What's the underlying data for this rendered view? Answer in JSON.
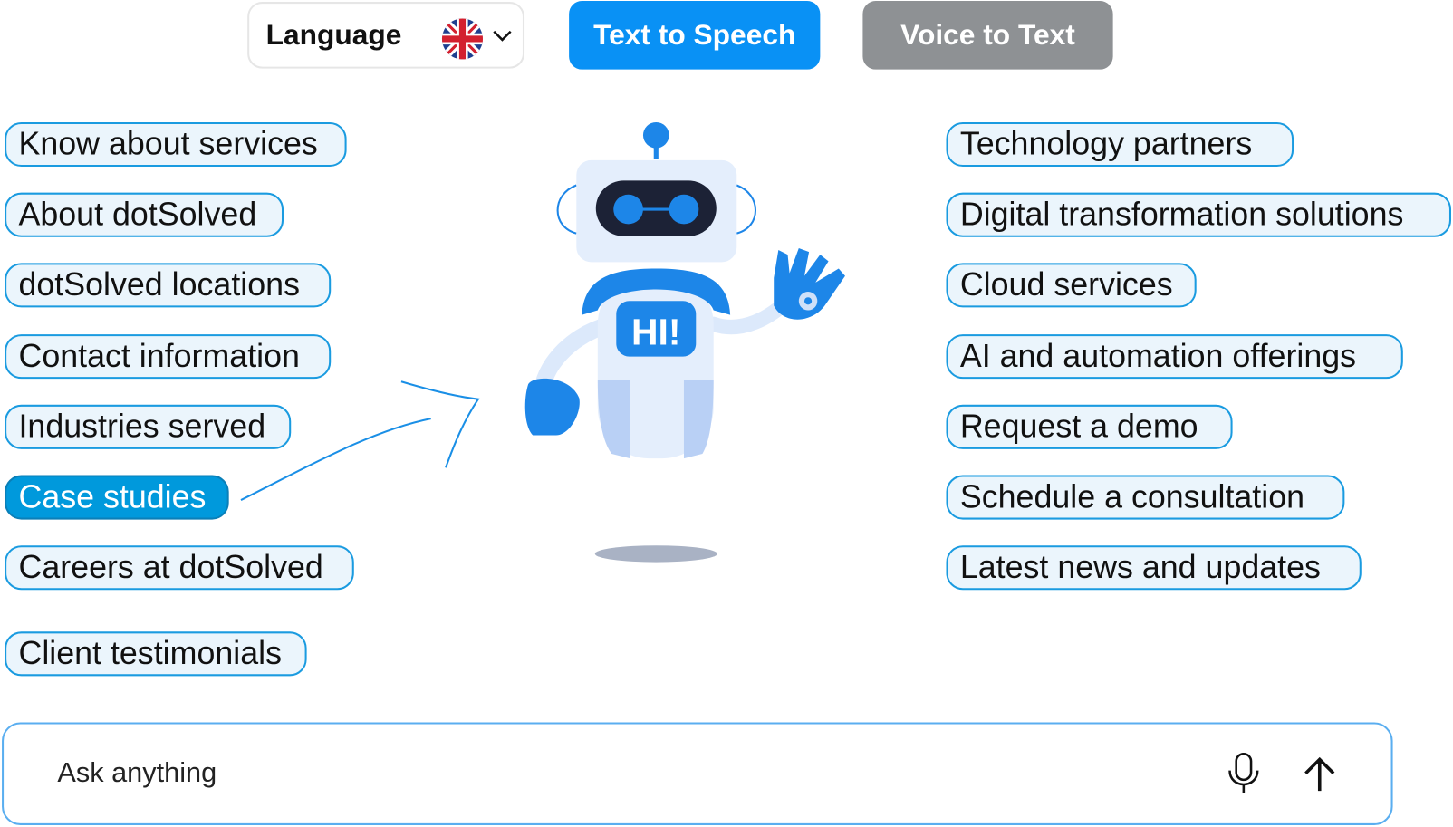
{
  "header": {
    "language_label": "Language",
    "language_flag_icon": "uk-flag-icon",
    "text_to_speech_label": "Text to Speech",
    "voice_to_text_label": "Voice to Text"
  },
  "colors": {
    "accent": "#0991f5",
    "inactive": "#8e9194",
    "chip_border": "#1a9be0",
    "chip_bg": "#ebf5fc",
    "chip_selected": "#0099dc"
  },
  "left_suggestions": [
    {
      "label": "Know about services"
    },
    {
      "label": "About dotSolved"
    },
    {
      "label": "dotSolved locations"
    },
    {
      "label": "Contact information"
    },
    {
      "label": "Industries served"
    },
    {
      "label": "Case studies",
      "selected": true
    },
    {
      "label": "Careers at dotSolved"
    },
    {
      "label": "Client testimonials"
    }
  ],
  "right_suggestions": [
    {
      "label": "Technology partners"
    },
    {
      "label": "Digital transformation solutions"
    },
    {
      "label": "Cloud services"
    },
    {
      "label": "AI and automation offerings"
    },
    {
      "label": "Request a demo"
    },
    {
      "label": "Schedule a consultation"
    },
    {
      "label": "Latest news and updates"
    }
  ],
  "mascot": {
    "badge_text": "HI!"
  },
  "composer": {
    "placeholder": "Ask anything",
    "mic_icon": "microphone-icon",
    "send_icon": "arrow-up-icon"
  }
}
